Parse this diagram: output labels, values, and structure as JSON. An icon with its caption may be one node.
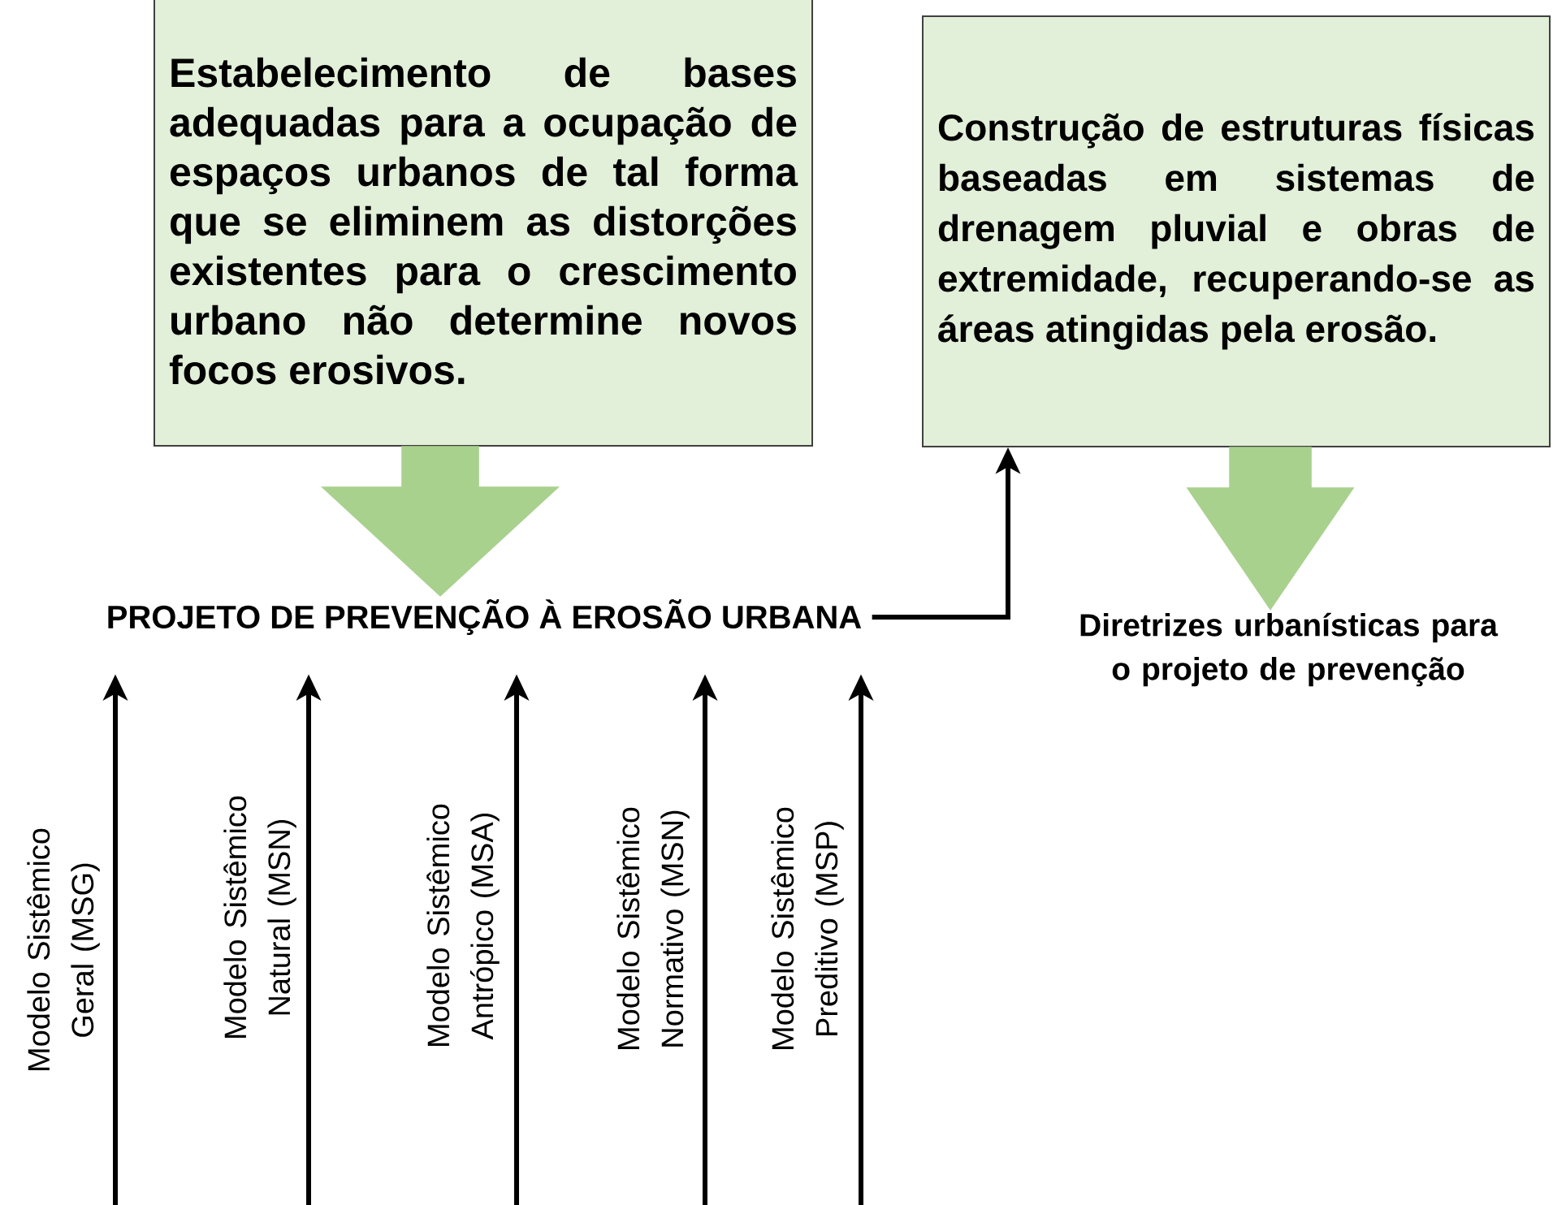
{
  "diagram": {
    "nodes": [
      {
        "text": [
          "Estabelecimento de bases adequadas para a ocupação de espaços urbanos de tal forma que se eliminem as distorções existentes para o crescimento urbano não determine novos focos erosivos."
        ]
      },
      {
        "text": [
          "Construção de estruturas físicas baseadas em sistemas de drenagem pluvial e obras de extremidade, recuperando-se as áreas atingidas pela erosão."
        ]
      },
      {
        "text": [
          "PROJETO DE PREVENÇÃO À EROSÃO URBANA"
        ]
      },
      {
        "text": [
          "Diretrizes urbanísticas para o projeto de prevenção"
        ]
      }
    ],
    "edges": [
      {
        "from": 0,
        "to": 2,
        "arrow": "to",
        "style": "thick",
        "color": "#a9d18e"
      },
      {
        "from": 1,
        "to": 3,
        "arrow": "to",
        "style": "thick",
        "color": "#a9d18e"
      },
      {
        "from": 2,
        "to": 1,
        "arrow": "to"
      },
      {
        "from": null,
        "to": 2,
        "arrow": "to",
        "label": "Modelo Sistêmico Geral (MSG)"
      },
      {
        "from": null,
        "to": 2,
        "arrow": "to",
        "label": "Modelo Sistêmico Natural (MSN)"
      },
      {
        "from": null,
        "to": 2,
        "arrow": "to",
        "label": "Modelo Sistêmico Antrópico (MSA)"
      },
      {
        "from": null,
        "to": 2,
        "arrow": "to",
        "label": "Modelo Sistêmico Normativo (MSN)"
      },
      {
        "from": null,
        "to": 2,
        "arrow": "to",
        "label": "Modelo Sistêmico Preditivo (MSP)"
      }
    ]
  }
}
